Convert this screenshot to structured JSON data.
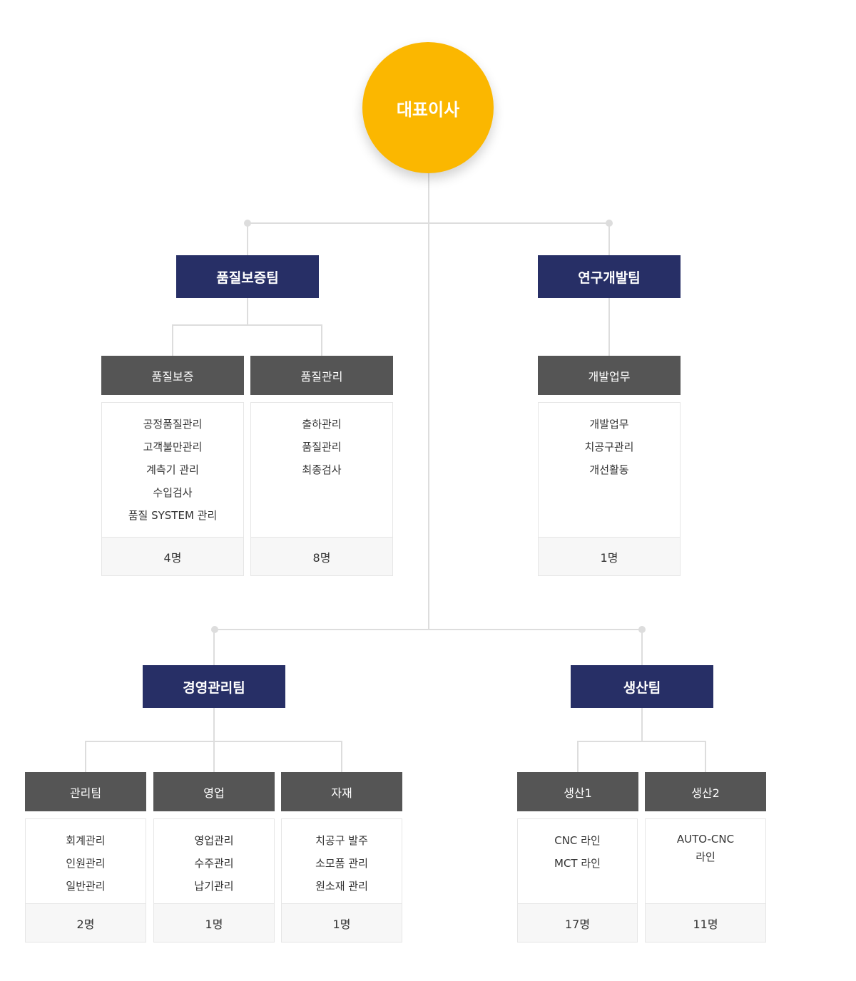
{
  "ceo": {
    "label": "대표이사"
  },
  "colors": {
    "ceo": "#fbb700",
    "team": "#272f66",
    "sub": "#555555",
    "line": "#dddddd",
    "count_bg": "#f7f7f7"
  },
  "teams": {
    "quality": {
      "label": "품질보증팀",
      "subs": [
        {
          "label": "품질보증",
          "duties": [
            "공정품질관리",
            "고객불만관리",
            "계측기 관리",
            "수입검사",
            "품질 SYSTEM 관리"
          ],
          "count": "4명"
        },
        {
          "label": "품질관리",
          "duties": [
            "출하관리",
            "품질관리",
            "최종검사"
          ],
          "count": "8명"
        }
      ]
    },
    "rnd": {
      "label": "연구개발팀",
      "subs": [
        {
          "label": "개발업무",
          "duties": [
            "개발업무",
            "치공구관리",
            "개선활동"
          ],
          "count": "1명"
        }
      ]
    },
    "management": {
      "label": "경영관리팀",
      "subs": [
        {
          "label": "관리팀",
          "duties": [
            "회계관리",
            "인원관리",
            "일반관리"
          ],
          "count": "2명"
        },
        {
          "label": "영업",
          "duties": [
            "영업관리",
            "수주관리",
            "납기관리"
          ],
          "count": "1명"
        },
        {
          "label": "자재",
          "duties": [
            "치공구 발주",
            "소모품 관리",
            "원소재 관리"
          ],
          "count": "1명"
        }
      ]
    },
    "production": {
      "label": "생산팀",
      "subs": [
        {
          "label": "생산1",
          "duties": [
            "CNC 라인",
            "MCT 라인"
          ],
          "count": "17명"
        },
        {
          "label": "생산2",
          "duties": [
            "AUTO-CNC",
            "라인"
          ],
          "count": "11명"
        }
      ]
    }
  }
}
